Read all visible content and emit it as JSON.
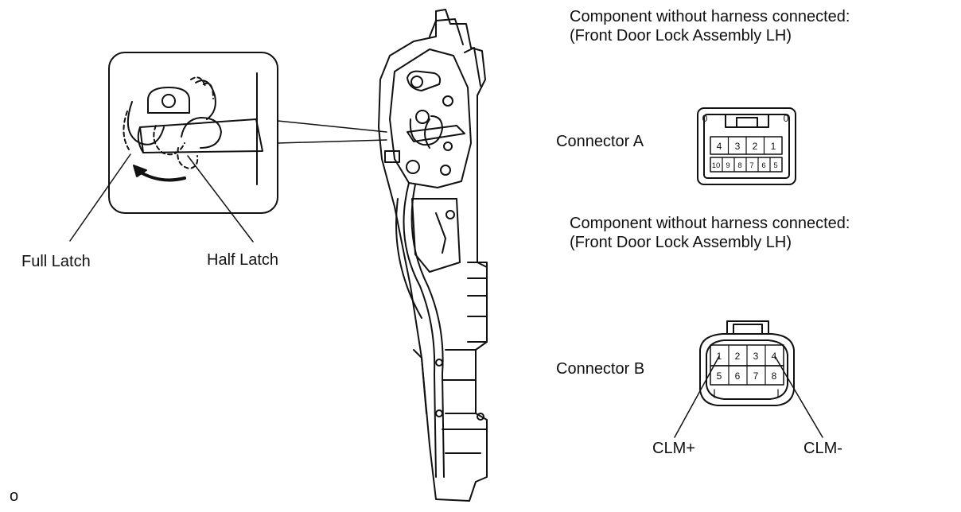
{
  "labels": {
    "full_latch": "Full Latch",
    "half_latch": "Half Latch",
    "connector_a": "Connector A",
    "connector_b": "Connector B",
    "clm_plus": "CLM+",
    "clm_minus": "CLM-",
    "corner_mark": "o"
  },
  "section_a": {
    "heading_line1": "Component without harness connected:",
    "heading_line2": "(Front Door Lock Assembly LH)"
  },
  "section_b": {
    "heading_line1": "Component without harness connected:",
    "heading_line2": "(Front Door Lock Assembly LH)"
  },
  "connector_a_pins": {
    "top_row": [
      "4",
      "3",
      "2",
      "1"
    ],
    "bottom_row": [
      "10",
      "9",
      "8",
      "7",
      "6",
      "5"
    ],
    "corner_marks": [
      "0",
      "0"
    ]
  },
  "connector_b_pins": {
    "top_row": [
      "1",
      "2",
      "3",
      "4"
    ],
    "bottom_row": [
      "5",
      "6",
      "7",
      "8"
    ]
  }
}
